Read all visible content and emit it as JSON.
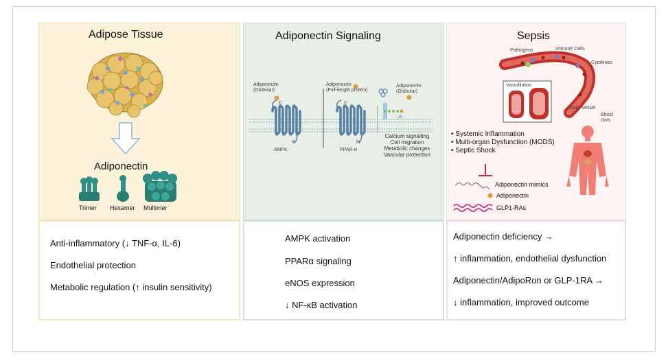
{
  "panels": {
    "adipose": {
      "title": "Adipose Tissue",
      "adiponectin_label": "Adiponectin",
      "forms": [
        "Trimer",
        "Hexamer",
        "Multimer"
      ]
    },
    "signaling": {
      "title": "Adiponectin Signaling",
      "labels": {
        "globular_left": "Adiponectin\n(Globular)",
        "full_length": "Adiponectin\n(Full-length protein)",
        "globular_right": "Adiponectin\n(Globular)",
        "ampk": "AMPK",
        "ppar": "PPAR-α",
        "c_left": "C",
        "c_mid": "C",
        "n_left": "N",
        "n_mid": "N"
      },
      "effects": [
        "Calcium signalling",
        "Cell migration",
        "Metabolic changes",
        "Vascular protection"
      ]
    },
    "sepsis": {
      "title": "Sepsis",
      "vessel_labels": {
        "pathogens": "Pathogens",
        "immune_cells": "Immune Cells",
        "cytokines": "Cytokines",
        "vasodilation": "Vasodilation",
        "leaky_vessel": "Leaky vessel",
        "blood_clots": "Blood\nclots"
      },
      "bullets": [
        "Systemic Inflammation",
        "Multi-organ Dysfunction (MODS)",
        "Septic Shock"
      ],
      "treatments": [
        "Adiponectin mimics",
        "Adiponectin",
        "GLP1-RAs"
      ]
    }
  },
  "boxes": {
    "adipose": [
      "Anti-inflammatory (↓ TNF-α, IL-6)",
      "Endothelial protection",
      "Metabolic regulation (↑ insulin sensitivity)"
    ],
    "signaling": [
      "AMPK activation",
      "PPARα signaling",
      "eNOS expression",
      "↓ NF-κB activation"
    ],
    "sepsis": [
      "Adiponectin deficiency →",
      "↑ inflammation, endothelial dysfunction",
      "Adiponectin/AdipoRon or GLP-1RA →",
      "↓ inflammation, improved outcome"
    ]
  },
  "colors": {
    "adipose_bg": "#fbf2d9",
    "signaling_bg": "#e7efe7",
    "sepsis_bg": "#fdf3f3",
    "adiponectin_teal": "#2f8f86",
    "receptor_blue": "#5a7fa6",
    "blood_red": "#c0302a"
  }
}
